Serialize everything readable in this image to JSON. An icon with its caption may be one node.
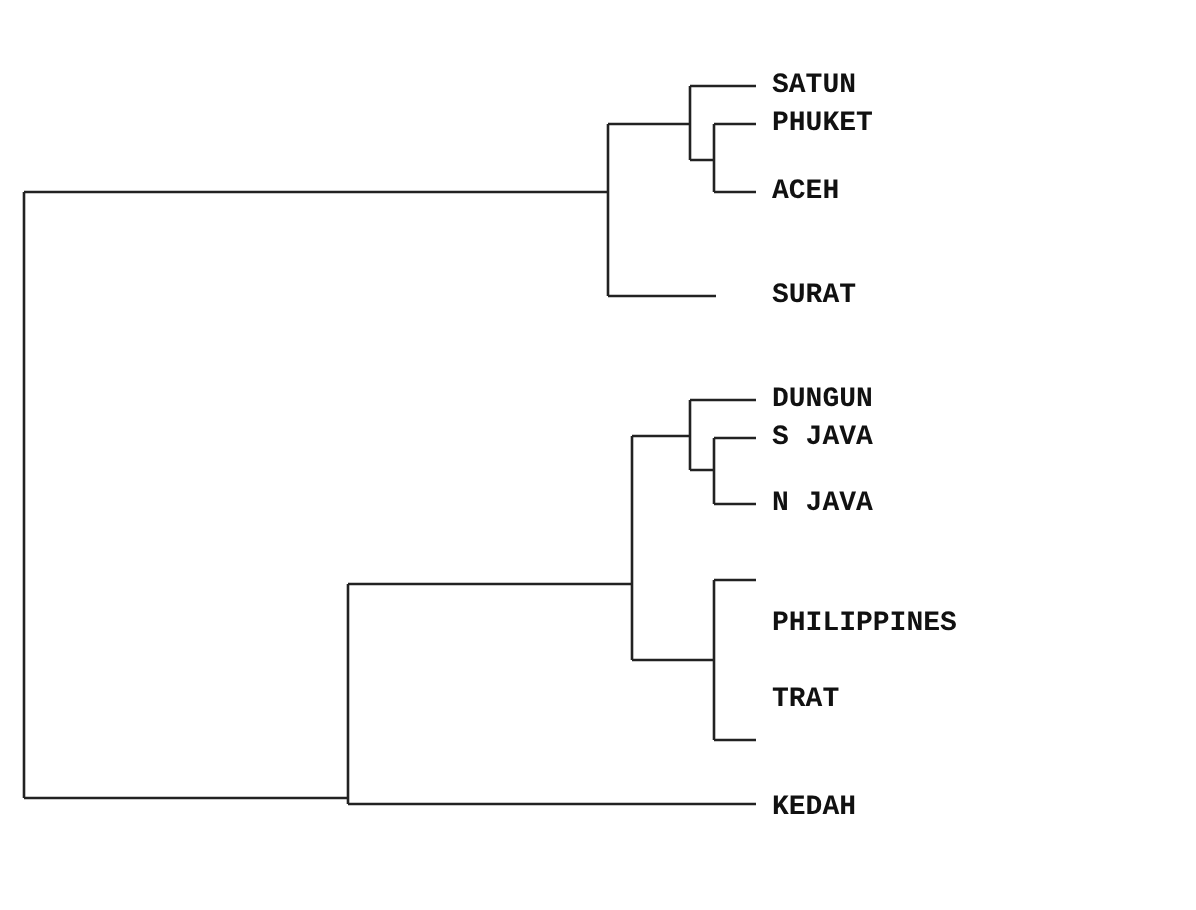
{
  "diagram": {
    "labels": [
      "SATUN",
      "PHUKET",
      "ACEH",
      "SURAT",
      "DUNGUN",
      "S JAVA",
      "N JAVA",
      "PHILIPPINES",
      "TRAT",
      "KEDAH"
    ]
  }
}
